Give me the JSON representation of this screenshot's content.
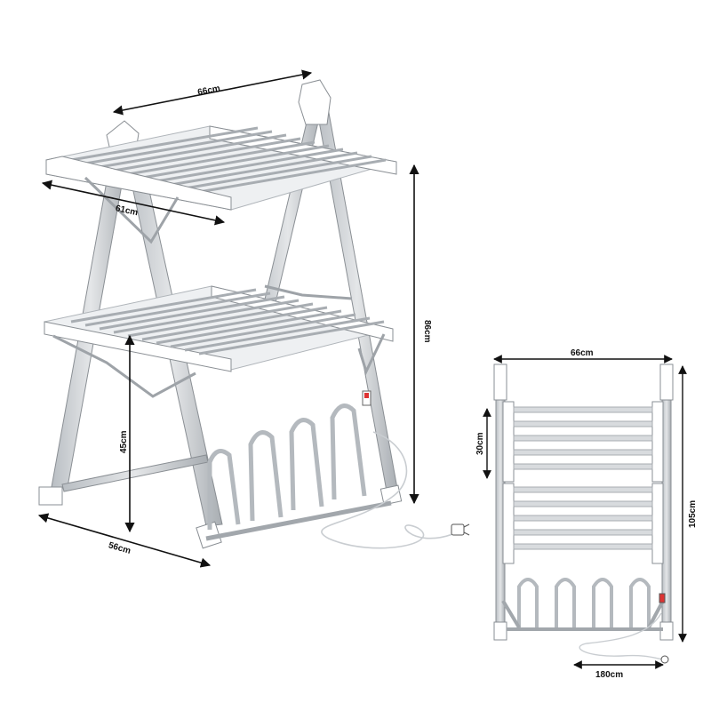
{
  "dimensions": {
    "top_width": "66cm",
    "shelf_depth": "61cm",
    "height": "86cm",
    "lower_height": "45cm",
    "base_depth": "56cm",
    "front_width": "66cm",
    "shelf_gap": "30cm",
    "unfolded_height": "105cm",
    "cable_length": "180cm"
  },
  "colors": {
    "frame": "#c9cdd1",
    "frame_shadow": "#9ea3a8",
    "rail": "#d8dbde",
    "white_part": "#ffffff",
    "outline": "#8a8f94",
    "dimension_line": "#111111"
  }
}
